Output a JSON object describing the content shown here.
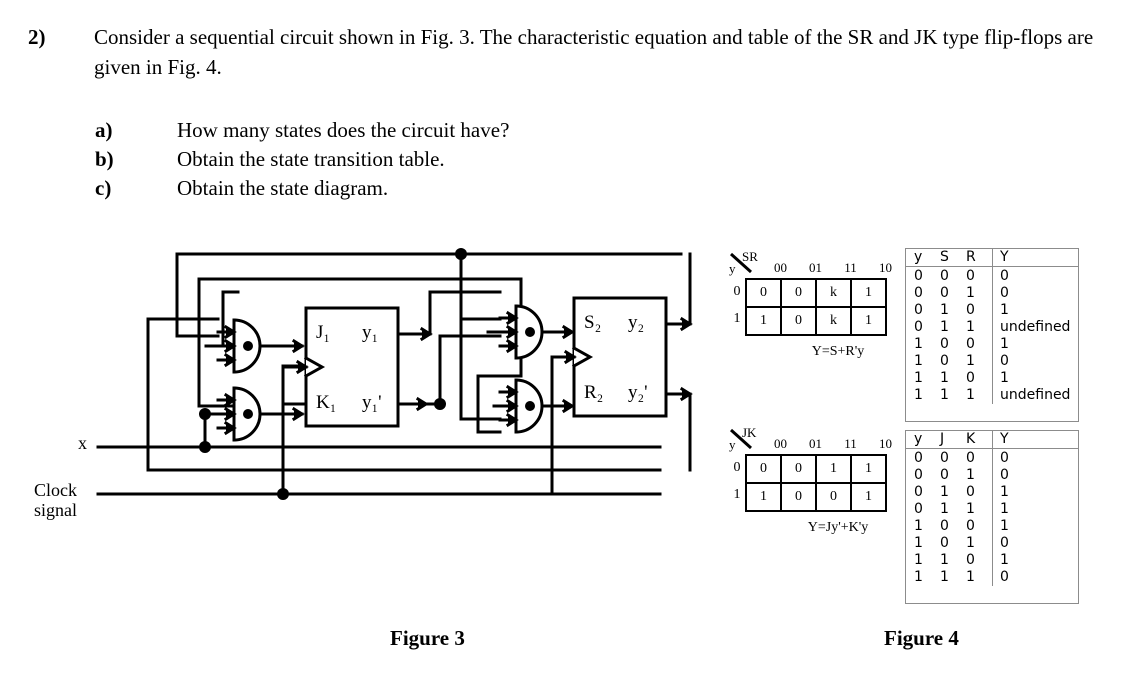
{
  "question": {
    "number": "2)",
    "statement": "Consider a sequential circuit shown in Fig. 3. The characteristic equation and table of the SR and JK type flip-flops are given in Fig. 4.",
    "sub_questions": [
      {
        "letter": "a)",
        "text": "How many states does the circuit have?"
      },
      {
        "letter": "b)",
        "text": "Obtain the state transition table."
      },
      {
        "letter": "c)",
        "text": "Obtain the state diagram."
      }
    ]
  },
  "figure3": {
    "caption": "Figure 3",
    "inputs": {
      "x_label": "x",
      "clock_label": "Clock\nsignal"
    },
    "flipflop1": {
      "input_top": "J₁",
      "input_bottom": "K₁",
      "output_top": "y₁",
      "output_bottom": "y₁'"
    },
    "flipflop2": {
      "input_top": "S₂",
      "input_bottom": "R₂",
      "output_top": "y₂",
      "output_bottom": "y₂'"
    },
    "gates": [
      "and-gate-j1",
      "and-gate-k1",
      "and-gate-s2",
      "and-gate-r2"
    ]
  },
  "figure4": {
    "caption": "Figure 4",
    "kmap_sr": {
      "var_label": "SR",
      "row_var_label": "y",
      "col_headers": [
        "00",
        "01",
        "11",
        "10"
      ],
      "row_headers": [
        "0",
        "1"
      ],
      "rows": [
        [
          "0",
          "0",
          "k",
          "1"
        ],
        [
          "1",
          "0",
          "k",
          "1"
        ]
      ],
      "equation": "Y=S+R'y"
    },
    "kmap_jk": {
      "var_label": "JK",
      "row_var_label": "y",
      "col_headers": [
        "00",
        "01",
        "11",
        "10"
      ],
      "row_headers": [
        "0",
        "1"
      ],
      "rows": [
        [
          "0",
          "0",
          "1",
          "1"
        ],
        [
          "1",
          "0",
          "0",
          "1"
        ]
      ],
      "equation": "Y=Jy'+K'y"
    },
    "truth_table_sr": {
      "headers": [
        "y",
        "S",
        "R",
        "Y"
      ],
      "rows": [
        [
          "0",
          "0",
          "0",
          "0"
        ],
        [
          "0",
          "0",
          "1",
          "0"
        ],
        [
          "0",
          "1",
          "0",
          "1"
        ],
        [
          "0",
          "1",
          "1",
          "undefined"
        ],
        [
          "1",
          "0",
          "0",
          "1"
        ],
        [
          "1",
          "0",
          "1",
          "0"
        ],
        [
          "1",
          "1",
          "0",
          "1"
        ],
        [
          "1",
          "1",
          "1",
          "undefined"
        ]
      ]
    },
    "truth_table_jk": {
      "headers": [
        "y",
        "J",
        "K",
        "Y"
      ],
      "rows": [
        [
          "0",
          "0",
          "0",
          "0"
        ],
        [
          "0",
          "0",
          "1",
          "0"
        ],
        [
          "0",
          "1",
          "0",
          "1"
        ],
        [
          "0",
          "1",
          "1",
          "1"
        ],
        [
          "1",
          "0",
          "0",
          "1"
        ],
        [
          "1",
          "0",
          "1",
          "0"
        ],
        [
          "1",
          "1",
          "0",
          "1"
        ],
        [
          "1",
          "1",
          "1",
          "0"
        ]
      ]
    }
  },
  "colors": {
    "ink": "#000000",
    "table_rule": "#8c8c8c",
    "page": "#ffffff"
  }
}
